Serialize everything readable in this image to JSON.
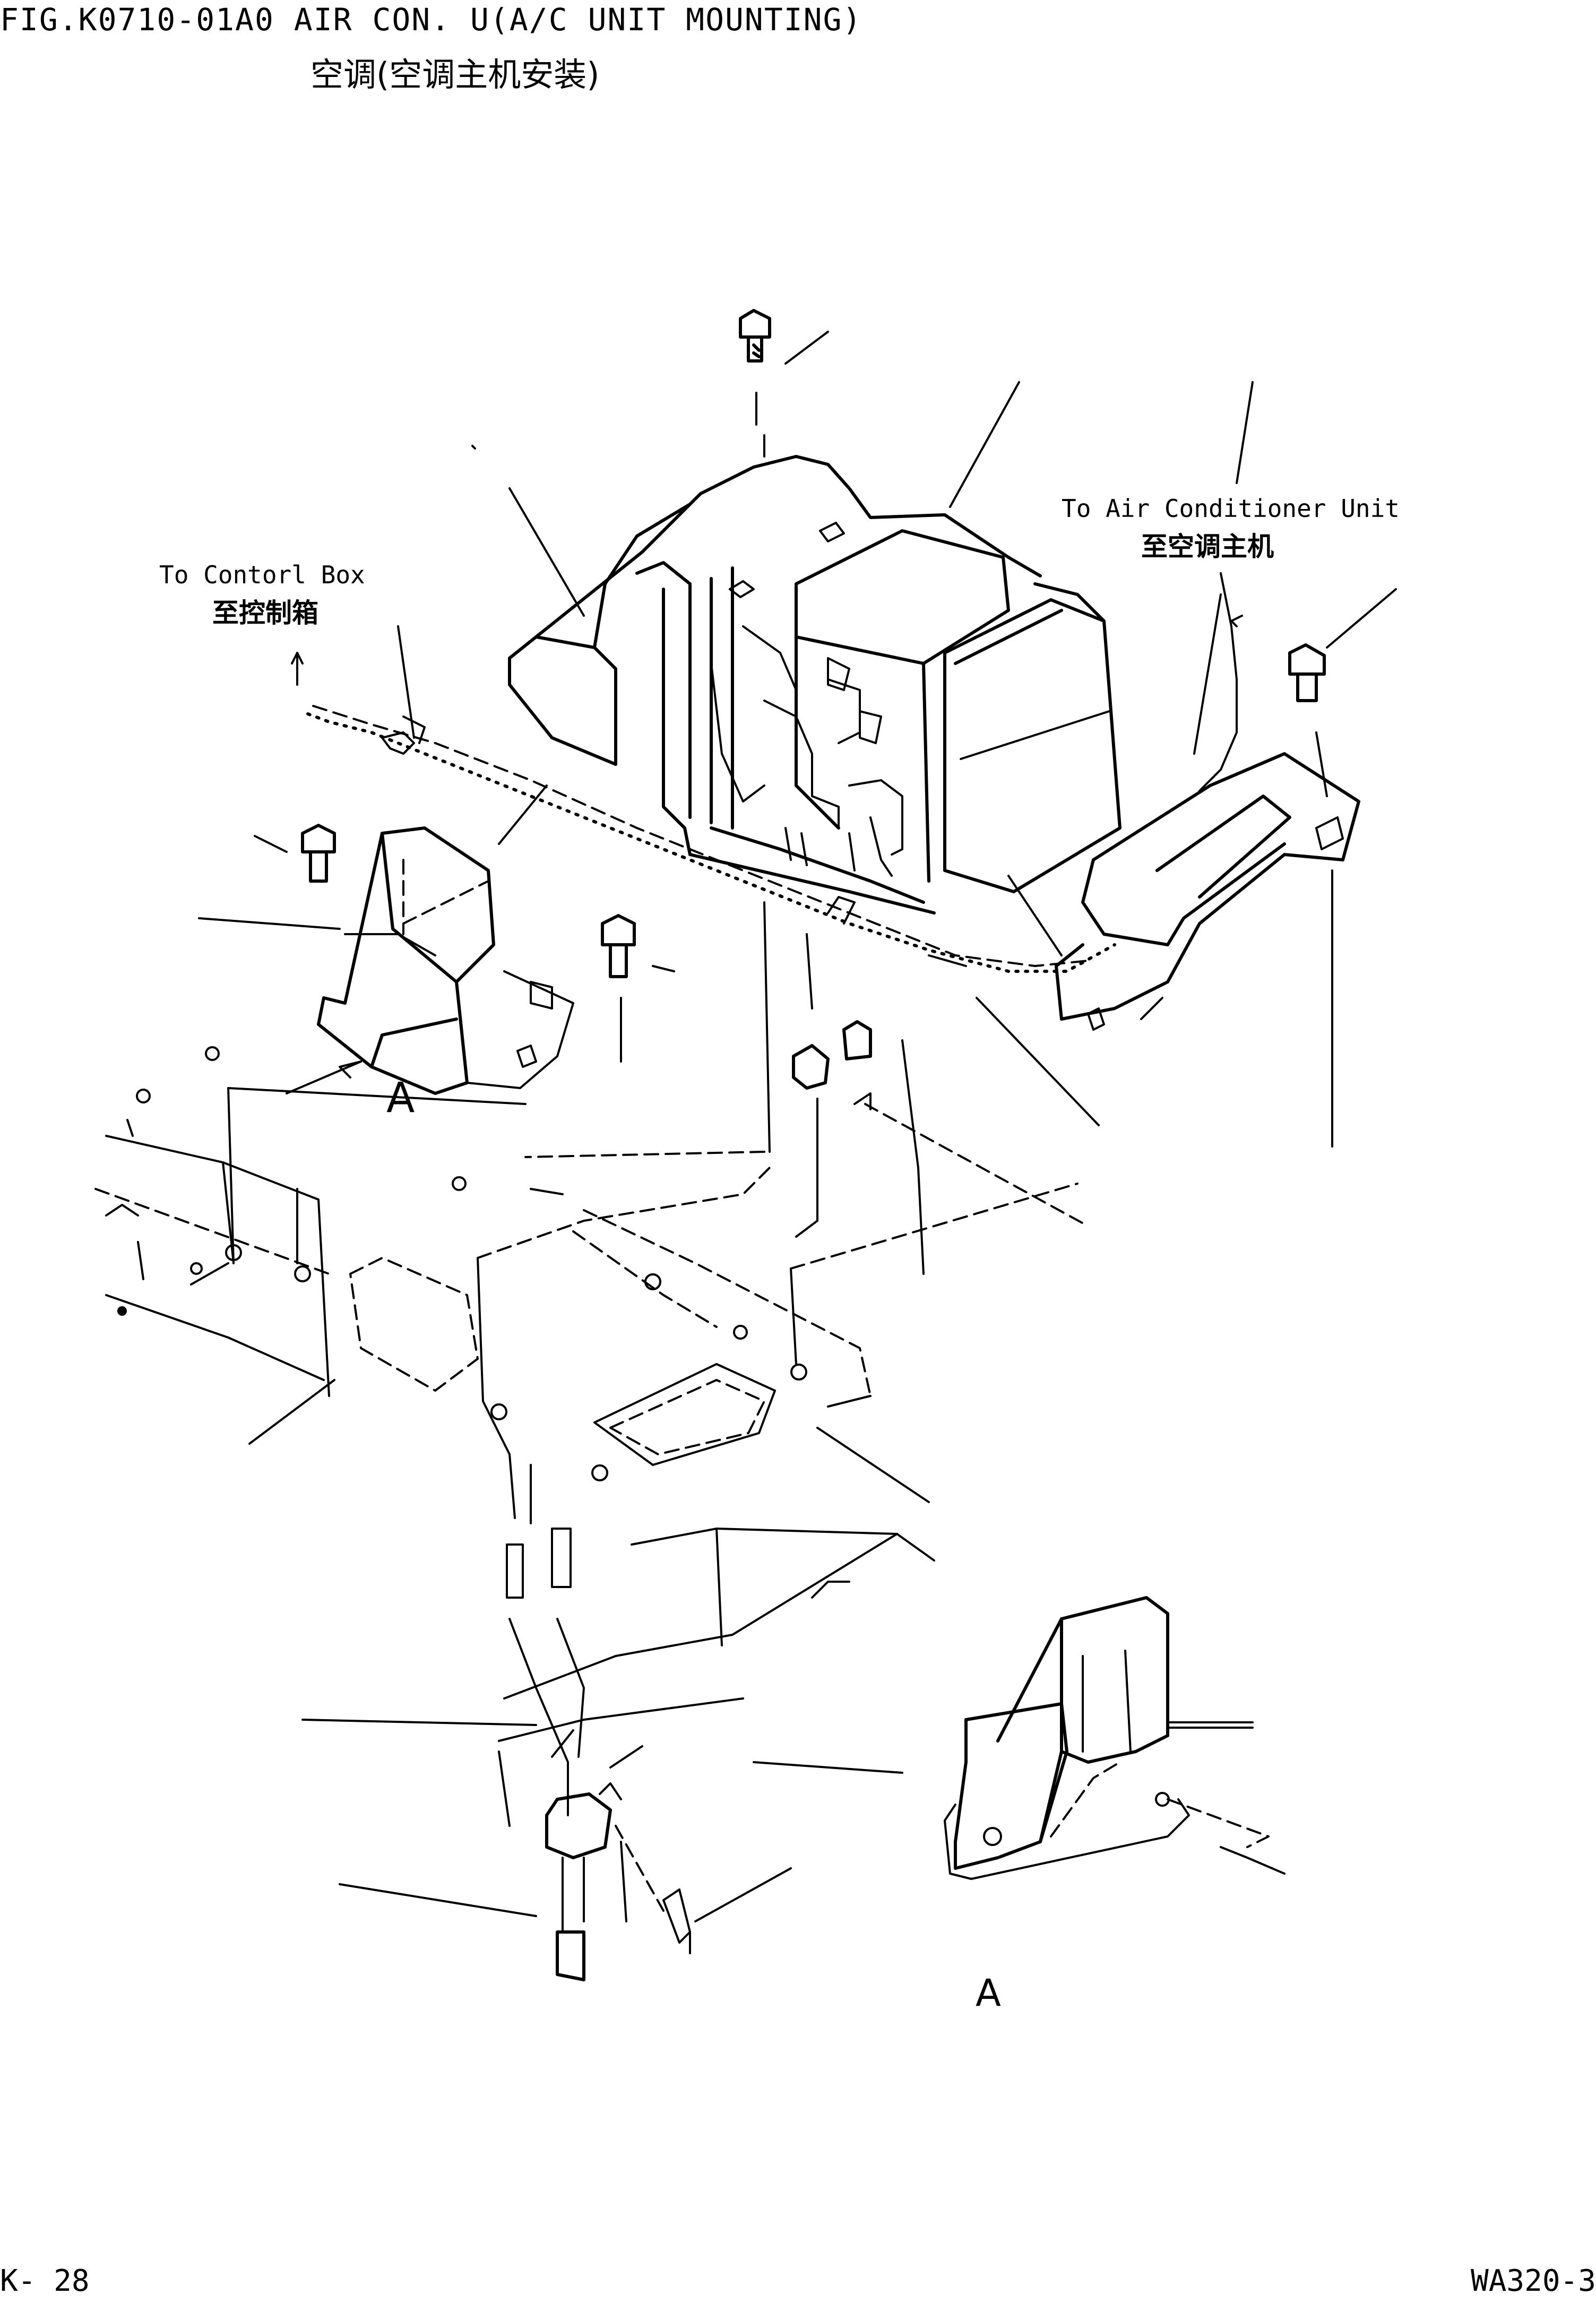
{
  "header": {
    "figure_title": "FIG.K0710-01A0   AIR CON. U(A/C UNIT MOUNTING)",
    "figure_subtitle": "空调(空调主机安装)"
  },
  "labels": {
    "to_control_box": "To Contorl Box",
    "to_control_box_cn": "至控制箱",
    "to_air_conditioner_unit": "To Air Conditioner Unit",
    "to_air_conditioner_unit_cn": "至空调主机",
    "view_arrow_a": "A",
    "detail_view_a": "A"
  },
  "footer": {
    "page_number": "K- 28",
    "model": "WA320-3"
  }
}
